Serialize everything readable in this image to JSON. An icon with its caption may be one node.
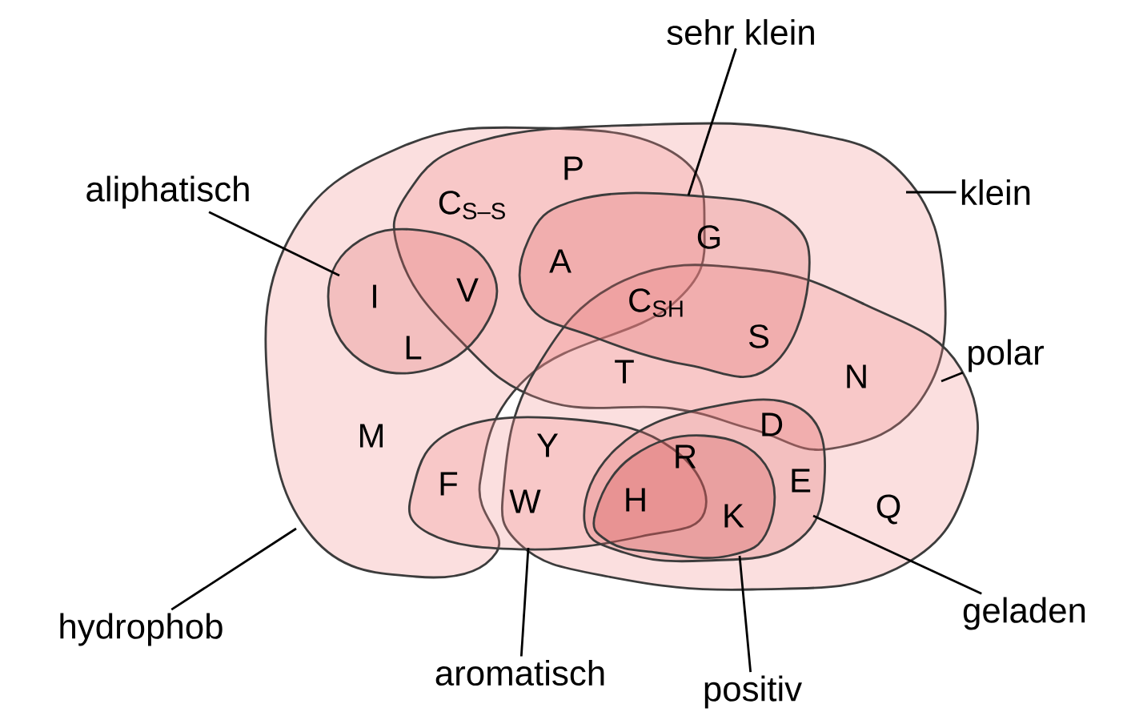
{
  "diagram": {
    "nodes": [
      {
        "text": [
          "aliphatisch"
        ]
      },
      {
        "text": [
          "sehr klein"
        ]
      },
      {
        "text": [
          "klein"
        ]
      },
      {
        "text": [
          "polar"
        ]
      },
      {
        "text": [
          "hydrophob"
        ]
      },
      {
        "text": [
          "aromatisch"
        ]
      },
      {
        "text": [
          "positiv"
        ]
      },
      {
        "text": [
          "geladen"
        ]
      },
      {
        "text": [],
        "shape": "blob"
      },
      {
        "text": [],
        "shape": "blob"
      },
      {
        "text": [],
        "shape": "blob"
      },
      {
        "text": [],
        "shape": "blob",
        "in": 9
      },
      {
        "text": [],
        "shape": "blob",
        "in": 8
      },
      {
        "text": [],
        "shape": "blob"
      },
      {
        "text": [],
        "shape": "blob",
        "in": 10
      },
      {
        "text": [],
        "shape": "blob",
        "in": 14
      }
    ],
    "edges": [
      {
        "from": 0,
        "to": 12,
        "arrow": "none"
      },
      {
        "from": 1,
        "to": 11,
        "arrow": "none"
      },
      {
        "from": 2,
        "to": 9,
        "arrow": "none"
      },
      {
        "from": 3,
        "to": 10,
        "arrow": "none"
      },
      {
        "from": 4,
        "to": 8,
        "arrow": "none"
      },
      {
        "from": 5,
        "to": 13,
        "arrow": "none"
      },
      {
        "from": 6,
        "to": 15,
        "arrow": "none"
      },
      {
        "from": 7,
        "to": 14,
        "arrow": "none"
      }
    ],
    "labels": [
      "P",
      "C$_{S–S}$",
      "I",
      "V",
      "A",
      "G",
      "C$_{SH}$",
      "L",
      "S",
      "T",
      "N",
      "M",
      "Y",
      "D",
      "R",
      "F",
      "W",
      "H",
      "K",
      "E",
      "Q"
    ]
  }
}
